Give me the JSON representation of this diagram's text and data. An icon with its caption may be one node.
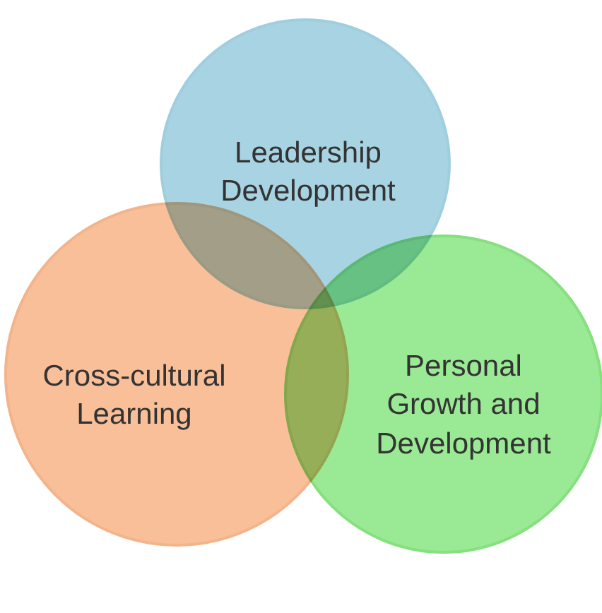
{
  "diagram": {
    "nodes": [
      {
        "text": [
          "Leadership Development"
        ]
      },
      {
        "text": [
          "Cross-cultural Learning"
        ]
      },
      {
        "text": [
          "Personal Growth and Development"
        ]
      }
    ]
  }
}
